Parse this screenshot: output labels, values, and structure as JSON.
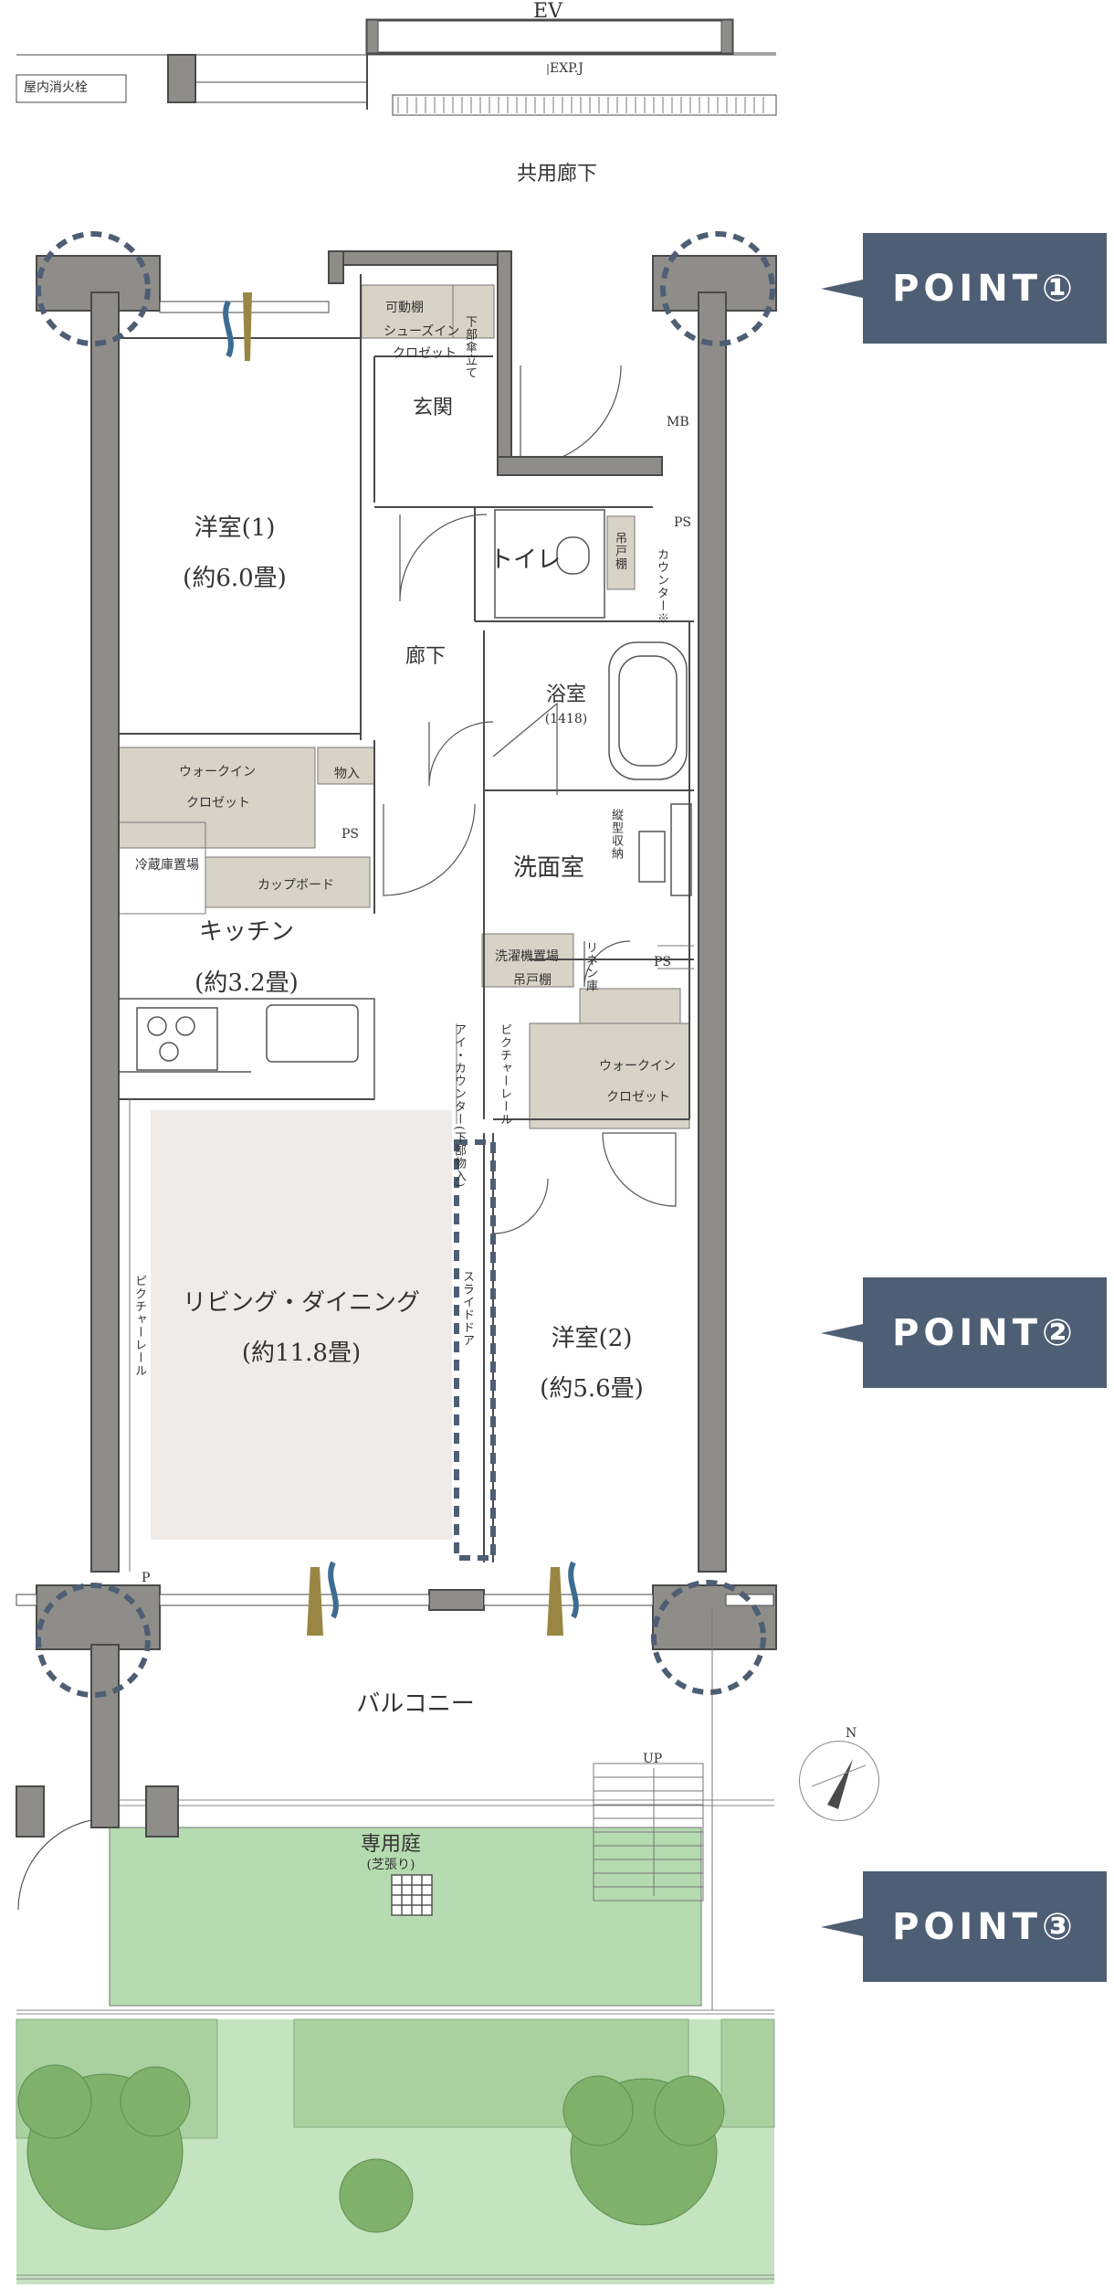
{
  "labels": {
    "ev": "EV",
    "expj": "EXP.J",
    "hydrant": "屋内消火栓",
    "corridor": "共用廊下",
    "kadoudana": "可動棚",
    "shoes_closet_1": "シューズイン",
    "shoes_closet_2": "クロゼット",
    "kasa": "下部傘立て",
    "genkan": "玄関",
    "mb": "MB",
    "ps1": "PS",
    "yoshitsu1": "洋室(1)",
    "yoshitsu1_size": "(約6.0畳)",
    "toilet": "トイレ",
    "tsurito_dana_toilet": "吊戸棚",
    "counter_toilet": "カウンター※",
    "roka": "廊下",
    "bath": "浴室",
    "bath_size": "(1418)",
    "wic1_1": "ウォークイン",
    "wic1_2": "クロゼット",
    "monoire": "物入",
    "ps2": "PS",
    "senmen": "洗面室",
    "tate_shuno": "縦型収納",
    "fridge": "冷蔵庫置場",
    "cupboard": "カップボード",
    "kitchen": "キッチン",
    "kitchen_size": "(約3.2畳)",
    "linen": "リネン庫",
    "ps3": "PS",
    "washer": "洗濯機置場",
    "tsurito_dana_wash": "吊戸棚",
    "wic2_1": "ウォークイン",
    "wic2_2": "クロゼット",
    "ir_counter": "アイ・カウンター(下部物入)",
    "picture_rail_mid": "ピクチャーレール",
    "picture_rail_left": "ピクチャーレール",
    "living": "リビング・ダイニング",
    "living_size": "(約11.8畳)",
    "slide_door": "スライドドア",
    "yoshitsu2": "洋室(2)",
    "yoshitsu2_size": "(約5.6畳)",
    "p": "P",
    "balcony": "バルコニー",
    "up": "UP",
    "north": "N",
    "garden": "専用庭",
    "garden_sub": "(芝張り)"
  },
  "points": [
    "POINT①",
    "POINT②",
    "POINT③"
  ],
  "colors": {
    "wall": "#8f8d89",
    "wall_stroke": "#4a4a4a",
    "storage": "#d8d3c7",
    "living_floor": "#efebe8",
    "garden": "#b5dbb0",
    "tree": "#7fb06c",
    "point_bg": "#4e5e74",
    "dash": "#4e5e74",
    "flooring_mark": "#9a8644",
    "wood_mark": "#3d6c92"
  }
}
